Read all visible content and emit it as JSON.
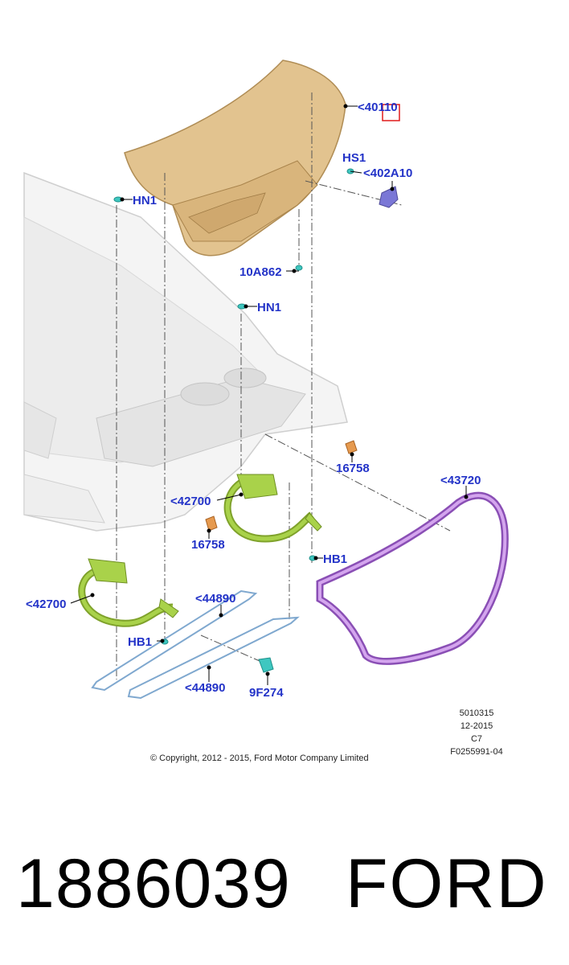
{
  "labels": {
    "decklid": "<40110",
    "hs1": "HS1",
    "latch": "<402A10",
    "hn1_left": "HN1",
    "hn1_center": "HN1",
    "bumper": "10A862",
    "clip_right": "16758",
    "clip_left": "16758",
    "hinge_left_upper": "<42700",
    "hinge_left_lower": "<42700",
    "weatherstrip": "<43720",
    "hb1_right": "HB1",
    "hb1_left": "HB1",
    "rod_upper": "<44890",
    "rod_lower": "<44890",
    "bracket": "9F274"
  },
  "info": {
    "code": "5010315",
    "date": "12-2015",
    "rev": "C7",
    "figure": "F0255991-04"
  },
  "copyright": "© Copyright, 2012 - 2015, Ford Motor Company Limited",
  "footer": {
    "part_number": "1886039",
    "brand": "FORD"
  },
  "colors": {
    "decklid": "#e2c38f",
    "hinge": "#9dc43e",
    "weatherstrip": "#b879d8",
    "rod": "#7fa8cf",
    "clip": "#e69a4f",
    "fastener": "#3fc7c0",
    "latch": "#7a77d6",
    "label": "#2333c8"
  }
}
